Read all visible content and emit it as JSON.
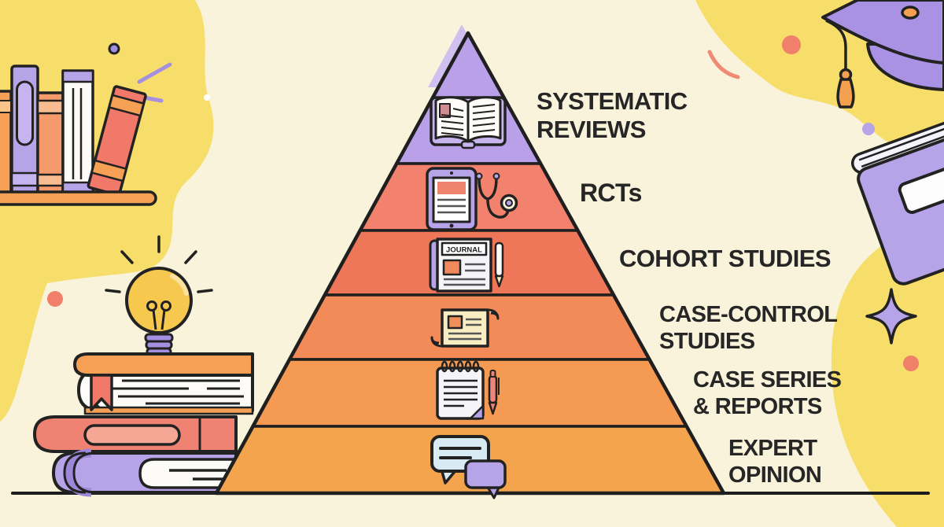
{
  "palette": {
    "background": "#f8f3da",
    "blob_yellow": "#f7de6a",
    "outline": "#1f1f1f",
    "text": "#262626",
    "purple": "#b7a3e8",
    "purple_deep": "#a58fe0",
    "orange": "#f5a054",
    "coral": "#f0796a",
    "bulb_yellow": "#f6c94e",
    "chat_blue": "#d8ebf5",
    "scroll_cream": "#f9edc4"
  },
  "pyramid": {
    "levels": [
      {
        "rank": 1,
        "label": "SYSTEMATIC REVIEWS",
        "lines": [
          "SYSTEMATIC",
          "REVIEWS"
        ],
        "color": "#b9a0e8",
        "icon": "open-book-icon"
      },
      {
        "rank": 2,
        "label": "RCTs",
        "lines": [
          "RCTs"
        ],
        "color": "#f2826d",
        "icon": "tablet-stethoscope-icon"
      },
      {
        "rank": 3,
        "label": "COHORT STUDIES",
        "lines": [
          "COHORT STUDIES"
        ],
        "color": "#ef7759",
        "icon": "journal-pen-icon",
        "icon_text": "JOURNAL"
      },
      {
        "rank": 4,
        "label": "CASE-CONTROL STUDIES",
        "lines": [
          "CASE-CONTROL",
          "STUDIES"
        ],
        "color": "#f28b57",
        "icon": "scroll-icon"
      },
      {
        "rank": 5,
        "label": "CASE SERIES & REPORTS",
        "lines": [
          "CASE SERIES",
          "& REPORTS"
        ],
        "color": "#f49a52",
        "icon": "notepad-pen-icon"
      },
      {
        "rank": 6,
        "label": "EXPERT OPINION",
        "lines": [
          "EXPERT",
          "OPINION"
        ],
        "color": "#f3a44c",
        "icon": "chat-bubbles-icon"
      }
    ]
  },
  "decorations": {
    "top_left": {
      "name": "bookshelf-with-books",
      "books": 5,
      "shelf_color": "#f5a054"
    },
    "bottom_left": {
      "name": "lightbulb-on-book-stack",
      "bulb_color": "#f6c94e"
    },
    "top_right": {
      "name": "graduation-cap",
      "cap_color": "#a991e4",
      "tassel_color": "#f5a04e"
    },
    "middle_right": {
      "name": "tilted-purple-book",
      "cover_color": "#b7a3e8"
    },
    "sparkle": {
      "color": "#b7a3e8"
    },
    "ground_line_color": "#1c1c1c"
  }
}
